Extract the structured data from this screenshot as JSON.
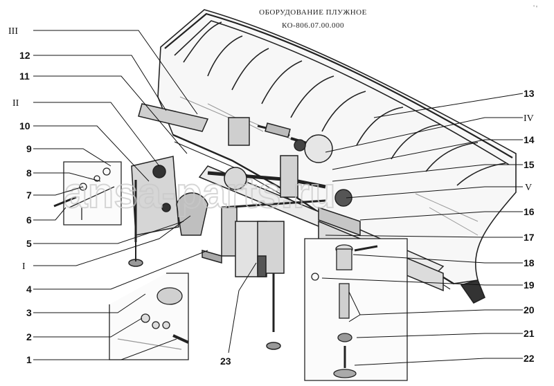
{
  "title": {
    "line1": "ОБОРУДОВАНИЕ ПЛУЖНОЕ",
    "line2": "КО-806.07.00.000"
  },
  "watermark": "ansa-parts.ru",
  "corner_mark": "° ⁿ ",
  "callouts": {
    "left": [
      "III",
      "12",
      "11",
      "II",
      "10",
      "9",
      "8",
      "7",
      "6",
      "5",
      "I",
      "4",
      "3",
      "2",
      "1"
    ],
    "right": [
      "13",
      "IV",
      "14",
      "15",
      "V",
      "16",
      "17",
      "18",
      "19",
      "20",
      "21",
      "22"
    ],
    "bottom": [
      "23"
    ]
  }
}
